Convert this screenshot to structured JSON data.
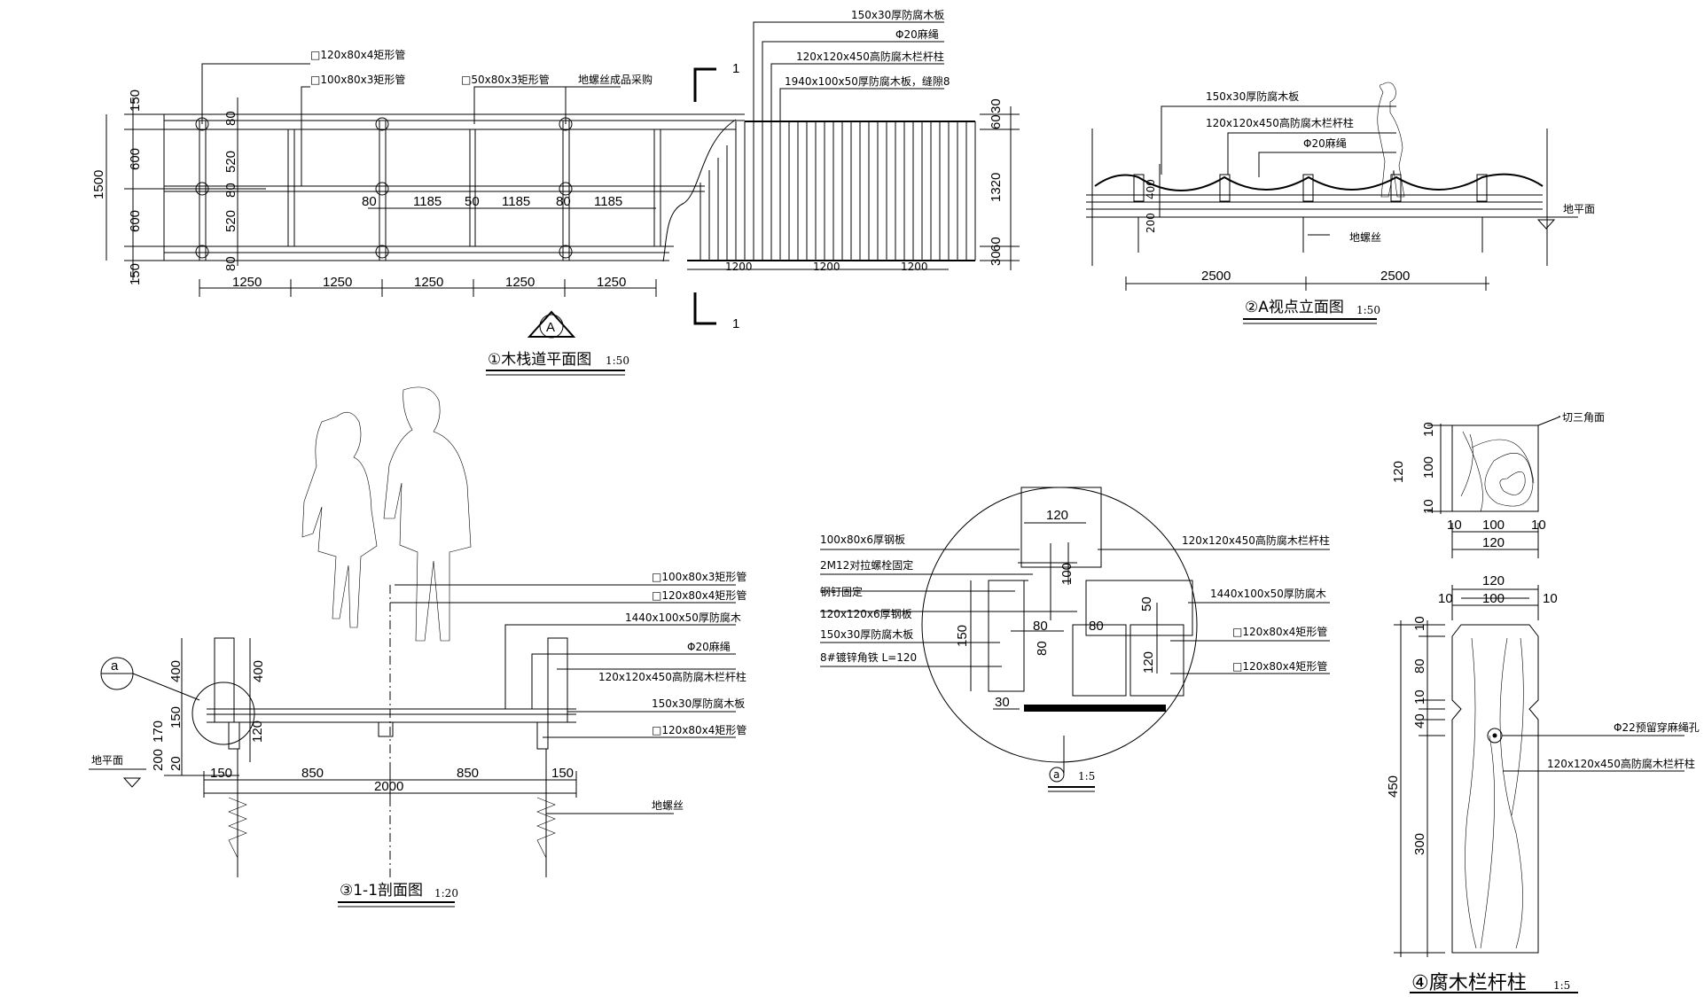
{
  "plan": {
    "title": "①木栈道平面图",
    "scale": "1:50",
    "labels": {
      "rect_120": "□120x80x4矩形管",
      "rect_100": "□100x80x3矩形管",
      "rect_50": "□50x80x3矩形管",
      "screw": "地螺丝成品采购",
      "board": "150x30厚防腐木板",
      "rope": "Φ20麻绳",
      "post": "120x120x450高防腐木栏杆柱",
      "deck": "1940x100x50厚防腐木板，缝隙8"
    },
    "dims": {
      "d1500": "1500",
      "d150a": "150",
      "d600a": "600",
      "d600b": "600",
      "d150b": "150",
      "d80a": "80",
      "d520a": "520",
      "d80b": "80",
      "d520b": "520",
      "d80c": "80",
      "s80a": "80",
      "s1185a": "1185",
      "s50": "50",
      "s1185b": "1185",
      "s80b": "80",
      "s1185c": "1185",
      "b1": "1250",
      "b2": "1250",
      "b3": "1250",
      "b4": "1250",
      "b5": "1250",
      "r30a": "30",
      "r60": "60",
      "r1320": "1320",
      "r30b": "30",
      "r60b": "60",
      "w1": "1200",
      "w2": "1200",
      "w3": "1200"
    },
    "section_marks": {
      "a": "1",
      "b": "1",
      "view": "A"
    }
  },
  "elevation": {
    "title": "②A视点立面图",
    "scale": "1:50",
    "labels": {
      "board": "150x30厚防腐木板",
      "post": "120x120x450高防腐木栏杆柱",
      "rope": "Φ20麻绳",
      "ground": "地平面",
      "screw": "地螺丝"
    },
    "dims": {
      "d400": "400",
      "d200": "200",
      "span1": "2500",
      "span2": "2500"
    }
  },
  "section": {
    "title": "③1-1剖面图",
    "scale": "1:20",
    "detail_mark": "a",
    "labels": {
      "rect_100": "□100x80x3矩形管",
      "rect_120a": "□120x80x4矩形管",
      "wood": "1440x100x50厚防腐木",
      "rope": "Φ20麻绳",
      "post": "120x120x450高防腐木栏杆柱",
      "board": "150x30厚防腐木板",
      "rect_120b": "□120x80x4矩形管",
      "ground": "地平面",
      "screw": "地螺丝"
    },
    "dims": {
      "d400a": "400",
      "d400b": "400",
      "d170": "170",
      "d150": "150",
      "d200": "200",
      "d20": "20",
      "d120": "120",
      "b150a": "150",
      "b850a": "850",
      "b850b": "850",
      "b150b": "150",
      "b2000": "2000"
    }
  },
  "detail": {
    "mark": "a",
    "scale": "1:5",
    "labels": {
      "plate": "100x80x6厚钢板",
      "bolt": "2M12对拉螺栓固定",
      "nail": "钢钉固定",
      "plate2": "120x120x6厚钢板",
      "board": "150x30厚防腐木板",
      "angle": "8#镀锌角铁 L=120",
      "post": "120x120x450高防腐木栏杆柱",
      "wood": "1440x100x50厚防腐木",
      "rect_a": "□120x80x4矩形管",
      "rect_b": "□120x80x4矩形管"
    },
    "dims": {
      "d120": "120",
      "d100": "100",
      "d50": "50",
      "d150": "150",
      "d80a": "80",
      "d80b": "80",
      "d80c": "80",
      "d120b": "120",
      "d30": "30"
    }
  },
  "post_detail": {
    "title": "④腐木栏杆柱",
    "scale": "1:5",
    "labels": {
      "chamfer": "切三角面",
      "hole": "Φ22预留穿麻绳孔",
      "post": "120x120x450高防腐木栏杆柱"
    },
    "dims": {
      "t120": "120",
      "t10a": "10",
      "t100": "100",
      "t10b": "10",
      "b10a": "10",
      "b100": "100",
      "b10b": "10",
      "b120": "120",
      "e120": "120",
      "e10a": "10",
      "e100": "100",
      "e10b": "10",
      "v10": "10",
      "v80": "80",
      "v10b": "10",
      "v40": "40",
      "v450": "450",
      "v300": "300"
    }
  },
  "colors": {
    "line": "#000000",
    "bg": "#ffffff"
  }
}
